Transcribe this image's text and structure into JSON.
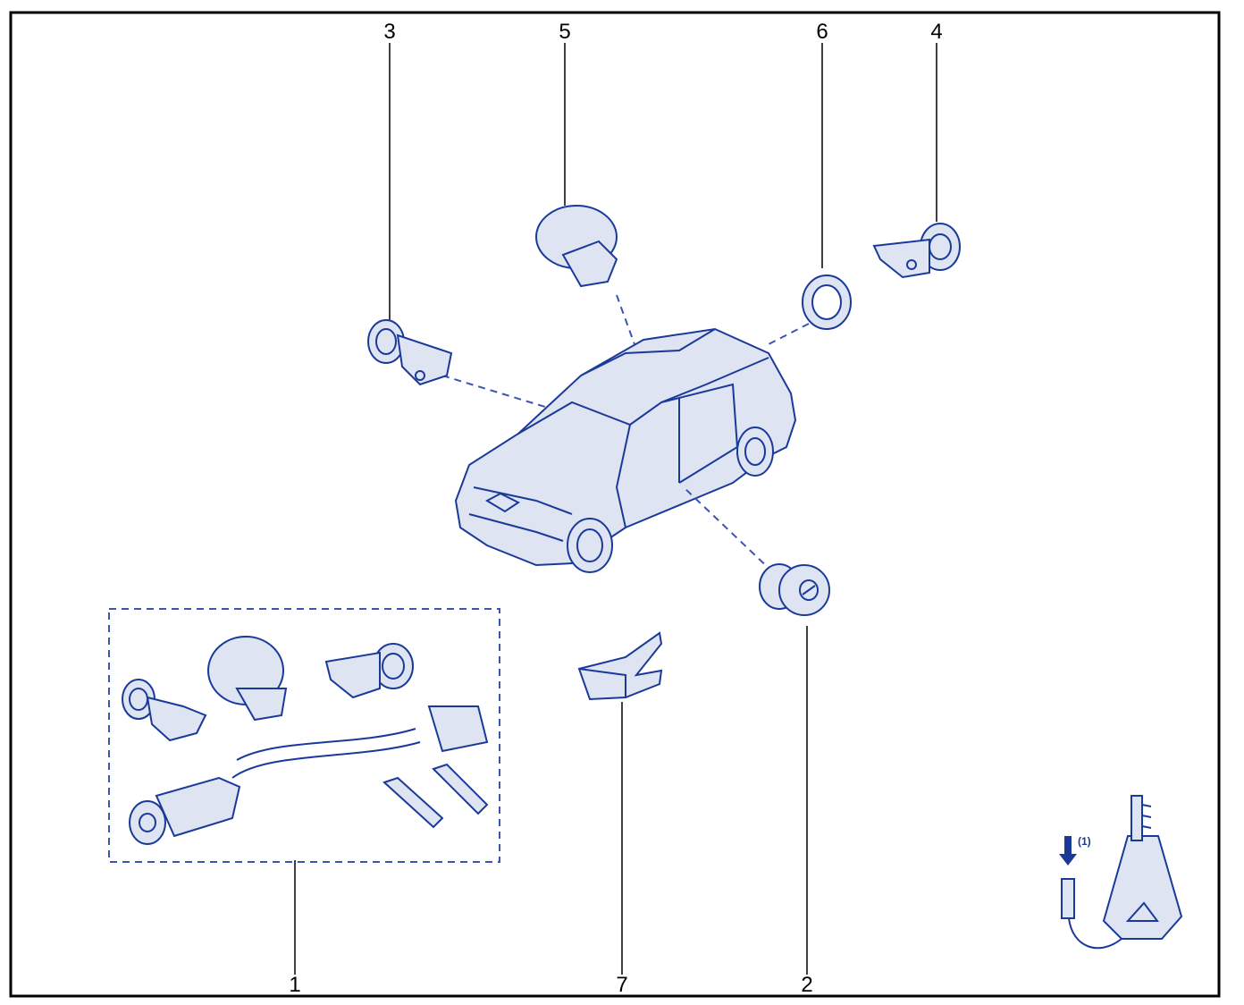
{
  "diagram": {
    "callouts": [
      {
        "id": "1",
        "text": "1"
      },
      {
        "id": "2",
        "text": "2"
      },
      {
        "id": "3",
        "text": "3"
      },
      {
        "id": "4",
        "text": "4"
      },
      {
        "id": "5",
        "text": "5"
      },
      {
        "id": "6",
        "text": "6"
      },
      {
        "id": "7",
        "text": "7"
      }
    ],
    "key_note": "(1)",
    "colors": {
      "frame": "#000000",
      "linework": "#1a3a9a",
      "fill": "#dfe4f2",
      "dashed": "#3b55b0"
    }
  }
}
